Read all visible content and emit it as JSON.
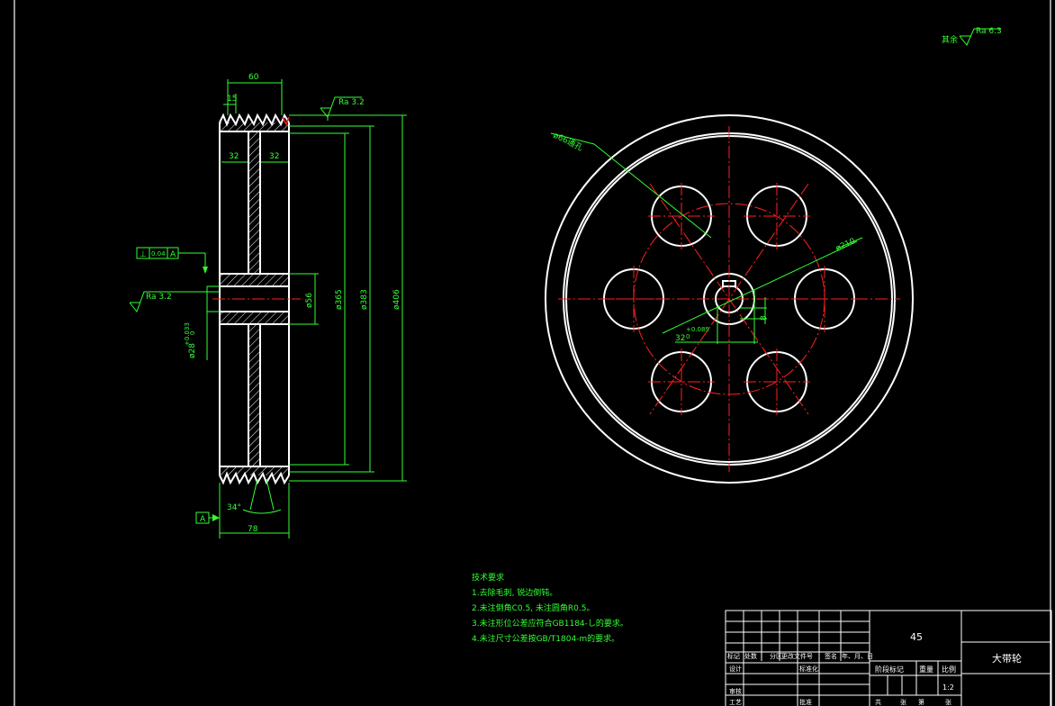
{
  "colors": {
    "background": "#000000",
    "outline": "#ffffff",
    "dimension": "#33ff33",
    "centerline": "#ff2020",
    "hatch": "#ffffff"
  },
  "roughness": {
    "general_prefix": "其余",
    "general_value": "Ra 6.3",
    "rim_value": "Ra 3.2",
    "bore_value": "Ra 3.2"
  },
  "tolerance_frame": {
    "symbol": "⊥",
    "value": "0.04",
    "datum": "A"
  },
  "datum_label": "A",
  "section_dims": {
    "hub_width": "60",
    "groove_pitch": "15",
    "web_left": "32",
    "web_right": "32",
    "bore_dia": "ø28",
    "bore_tol_upper": "+0.033",
    "bore_tol_lower": "0",
    "hub_dia": "ø56",
    "d365": "ø365",
    "d383": "ø383",
    "d406": "ø406",
    "groove_angle": "34°",
    "overall_width": "78"
  },
  "front_dims": {
    "holes_note": "ø66通孔",
    "bolt_circle": "ø210",
    "keyway_depth": "32",
    "keyway_tol_upper": "+0.089",
    "keyway_tol_lower": "0",
    "key_width": "8"
  },
  "tech_notes": {
    "title": "技术要求",
    "items": [
      "1.去除毛刺, 锐边倒钝。",
      "2.未注倒角C0.5, 未注圆角R0.5。",
      "3.未注形位公差应符合GB1184-し的要求。",
      "4.未注尺寸公差按GB/T1804-m的要求。"
    ]
  },
  "title_block": {
    "material": "45",
    "part_name": "大带轮",
    "row_labels": [
      "标记",
      "处数",
      "分区",
      "更改文件号",
      "签名",
      "年、月、日"
    ],
    "designer": "设计",
    "standardization": "标准化",
    "stage_mark": "阶段标记",
    "weight": "重量",
    "scale_label": "比例",
    "scale": "1:2",
    "review": "审核",
    "process": "工艺",
    "approve": "批准",
    "sheet_total": "共",
    "sheet_no": "第",
    "page_word": "张"
  }
}
